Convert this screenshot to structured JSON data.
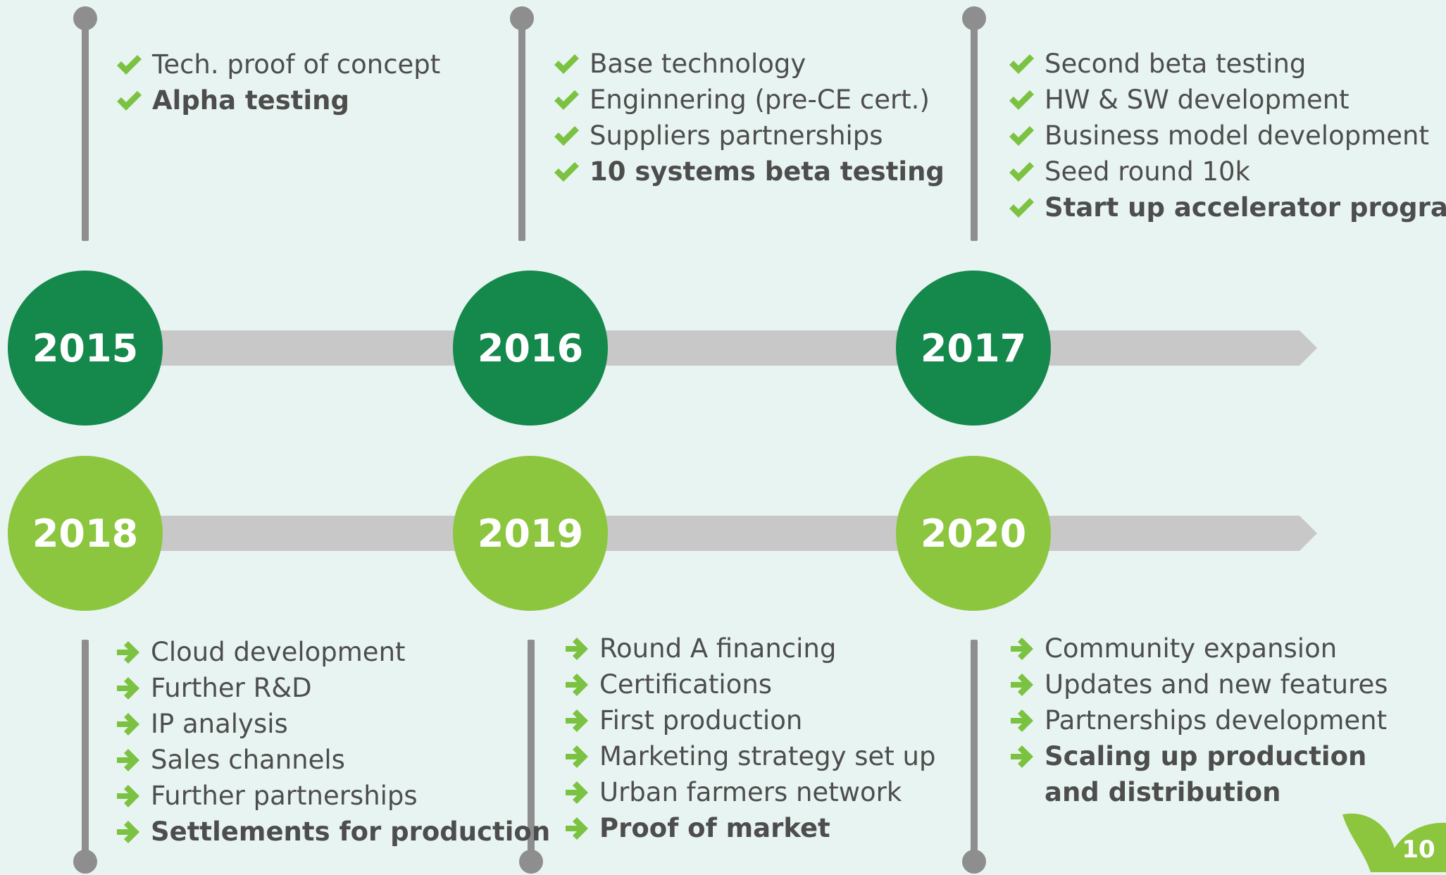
{
  "colors": {
    "background": "#e8f4f1",
    "dark_green": "#15884c",
    "light_green": "#8cc63f",
    "check_green": "#7cc242",
    "band_gray": "#c8c8c8",
    "stem_gray": "#8e8e8e",
    "text": "#4d4d4d"
  },
  "icons": {
    "done": "check-icon",
    "planned": "arrow-right-icon"
  },
  "timeline": {
    "row1": [
      {
        "year": "2015",
        "items": [
          {
            "text": "Tech. proof of concept",
            "bold": false
          },
          {
            "text": "Alpha testing",
            "bold": true
          }
        ]
      },
      {
        "year": "2016",
        "items": [
          {
            "text": "Base technology",
            "bold": false
          },
          {
            "text": "Enginnering (pre-CE cert.)",
            "bold": false
          },
          {
            "text": "Suppliers partnerships",
            "bold": false
          },
          {
            "text": "10 systems beta testing",
            "bold": true
          }
        ]
      },
      {
        "year": "2017",
        "items": [
          {
            "text": "Second beta testing",
            "bold": false
          },
          {
            "text": "HW & SW development",
            "bold": false
          },
          {
            "text": "Business model development",
            "bold": false
          },
          {
            "text": "Seed round 10k",
            "bold": false
          },
          {
            "text": "Start up accelerator program",
            "bold": true
          }
        ]
      }
    ],
    "row2": [
      {
        "year": "2018",
        "items": [
          {
            "text": "Cloud development",
            "bold": false
          },
          {
            "text": "Further R&D",
            "bold": false
          },
          {
            "text": "IP analysis",
            "bold": false
          },
          {
            "text": "Sales channels",
            "bold": false
          },
          {
            "text": "Further partnerships",
            "bold": false
          },
          {
            "text": "Settlements for production",
            "bold": true
          }
        ]
      },
      {
        "year": "2019",
        "items": [
          {
            "text": "Round A financing",
            "bold": false
          },
          {
            "text": "Certifications",
            "bold": false
          },
          {
            "text": "First production",
            "bold": false
          },
          {
            "text": "Marketing strategy set up",
            "bold": false
          },
          {
            "text": "Urban farmers network",
            "bold": false
          },
          {
            "text": "Proof of market",
            "bold": true
          }
        ]
      },
      {
        "year": "2020",
        "items": [
          {
            "text": "Community expansion",
            "bold": false
          },
          {
            "text": "Updates and new features",
            "bold": false
          },
          {
            "text": "Partnerships development",
            "bold": false
          },
          {
            "text": "Scaling up production",
            "bold": true
          },
          {
            "text": "and distribution",
            "bold": true,
            "continuation": true
          }
        ]
      }
    ]
  },
  "page_number": "10"
}
